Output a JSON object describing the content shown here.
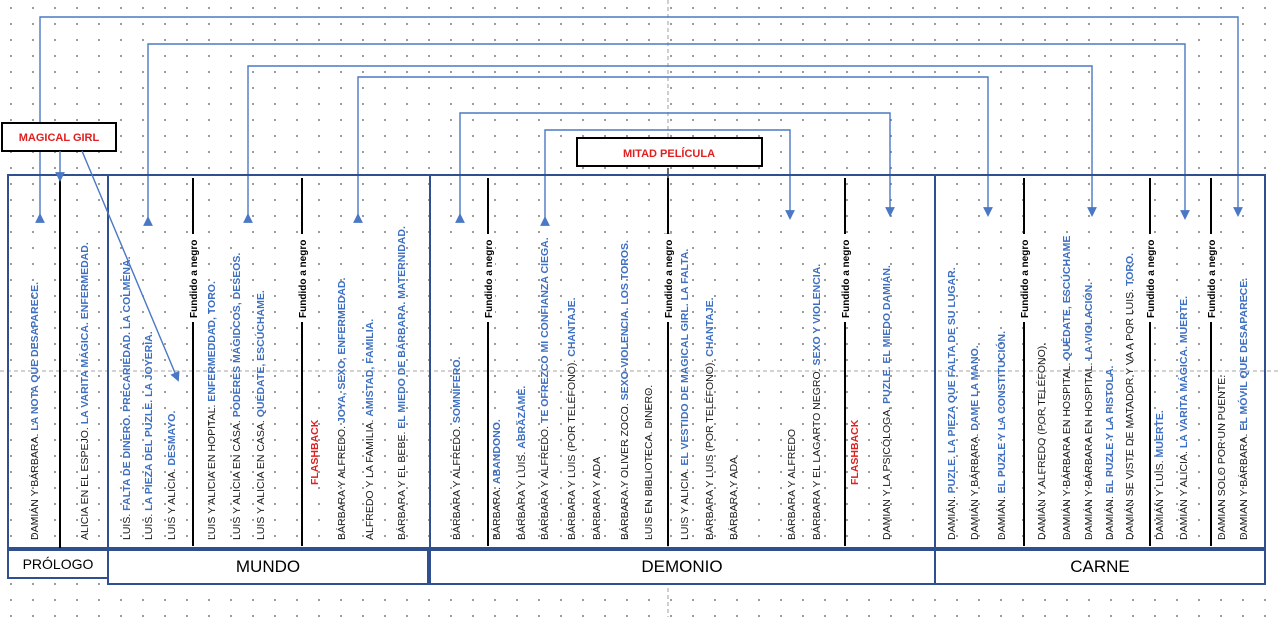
{
  "colors": {
    "box": "#2f4f8f",
    "arrow": "#4a78c4",
    "text": "#1a1a1a",
    "highlight": "#3d6fc2",
    "red": "#e02020"
  },
  "labels": {
    "magical_girl": "MAGICAL GIRL",
    "mitad": "MITAD PELÍCULA",
    "prologo": "PRÓLOGO",
    "mundo": "MUNDO",
    "demonio": "DEMONIO",
    "carne": "CARNE"
  },
  "columns": [
    {
      "plain": "DAMIÁN Y BÁRBARA. ",
      "hl": "LA NOTA QUE DESAPARECE."
    },
    {
      "plain": "ALICIA EN EL ESPEJO. ",
      "hl": "LA VARITA MÁGICA. ENFERMEDAD."
    },
    {
      "plain": "LUIS. ",
      "hl": "FALTA DE DINERO. PRECARIEDAD. LA COLMENA."
    },
    {
      "plain": "LUIS. ",
      "hl": "LA PIEZA DEL PUZLE. LA JOYERÍA."
    },
    {
      "plain": "LUIS Y ALICIA. ",
      "hl": "DESMAYO."
    },
    {
      "plain": "LUIS Y ALICIA EN HOPITAL. ",
      "hl": "ENFERMEDDAD, TORO."
    },
    {
      "plain": "LUIS Y ALICIA EN CASA. ",
      "hl": "PODERES MÁGIDCOS, DESEOS."
    },
    {
      "plain": "LUIS Y ALICIA EN CASA. ",
      "hl": "QUÉDATE, ESCÚCHAME."
    },
    {
      "flash": "FLASHBACK"
    },
    {
      "plain": "BÁRBARA Y ALFREDO. ",
      "hl": "JOYA, SEXO, ENFERMEDAD."
    },
    {
      "plain": "ALFREDO Y LA FAMILIA. ",
      "hl": "AMISTAD, FAMILIA."
    },
    {
      "plain": "BÁRBARA Y EL BEBE. ",
      "hl": "EL MIEDO DE BÁRBARA. MATERNIDAD."
    },
    {
      "plain": "BÁRBARA Y ALFREDO. ",
      "hl": "SOMNÍFERO."
    },
    {
      "plain": "BÁRBARA. ",
      "hl": "ABANDONO."
    },
    {
      "plain": "BÁRBARA Y LUIS. ",
      "hl": "ABRÁZAME."
    },
    {
      "plain": "BÁRBARA Y ALFREDO. ",
      "hl": "TE OFREZCO MI CONFIANZA CIEGA."
    },
    {
      "plain": "BÁRBARA Y LUIS (POR TELÉFONO). ",
      "hl": "CHANTAJE."
    },
    {
      "plain": "BÁRBARA Y ADA",
      "hl": ""
    },
    {
      "plain": "BÁRBARA Y OLIVER ZOCO. ",
      "hl": "SEXO-VIOLENCIA. LOS TOROS."
    },
    {
      "plain": "LUIS EN BIBLIOTECA. DINERO.",
      "hl": ""
    },
    {
      "plain": "LUIS Y ALICIA. ",
      "hl": "EL VESTIDO DE MAGICAL GIRL. LA FALTA."
    },
    {
      "plain": "BÁRBARA Y LUIS (POR TELÉFONO). ",
      "hl": "CHANTAJE."
    },
    {
      "plain": "BÁRBARA Y ADA",
      "hl": ""
    },
    {
      "plain": "BÁRBARA Y ALFREDO",
      "hl": ""
    },
    {
      "plain": "BÁRBARA Y EL LAGARTO NEGRO. ",
      "hl": "SEXO Y VIOLENCIA."
    },
    {
      "flash": "FLASHBACK"
    },
    {
      "plain": "DAMIAN Y LA PSICÓLOGA. ",
      "hl": "PUZLE. EL MIEDO DAMIÁN."
    },
    {
      "plain": "DAMIÁN. ",
      "hl": "PUZLE. LA PIEZA QUE FALTA DE SU LUGAR."
    },
    {
      "plain": "DAMIÁN Y BÁRBARA. ",
      "hl": "DAME LA MANO."
    },
    {
      "plain": "DAMIÁN. ",
      "hl": "EL PUZLE Y LA CONSTITUCIÓN."
    },
    {
      "plain": "DAMIÁN Y ALFREDO (POR TELÉFONO).",
      "hl": ""
    },
    {
      "plain": "DAMIÁN Y BÁRBARA EN HOSPITAL. ",
      "hl": "QUÉDATE, ESCÚCHAME"
    },
    {
      "plain": "DAMIÁN Y BÁRBARA EN HOSPITAL. ",
      "hl": "LA VIOLACIÓN."
    },
    {
      "plain": "DAMIÁN. ",
      "hl": "EL PUZLE Y LA PISTOLA."
    },
    {
      "plain": "DAMIÁN SE VISTE DE MATADOR Y VA A POR LUIS. ",
      "hl": "TORO."
    },
    {
      "plain": "DAMIÁN Y LUIS. ",
      "hl": "MUERTE."
    },
    {
      "plain": "DAMIÁN Y ALICIA. ",
      "hl": "LA VARITA MÁGICA. MUERTE."
    },
    {
      "plain": "DAMIAN SOLO POR UN PUENTE.",
      "hl": ""
    },
    {
      "plain": "DAMIAN Y BÁRBARA. ",
      "hl": "EL MÓVIL QUE DESAPARECE."
    }
  ],
  "fundido": [
    {
      "text": "Fundido a negro"
    },
    {
      "text": "Fundido a negro"
    },
    {
      "text": "Fundido a negro"
    },
    {
      "text": "Fundido a negro"
    },
    {
      "text": "Fundido a negro"
    },
    {
      "text": "Fundido a negro"
    },
    {
      "text": "Fundido a negro"
    },
    {
      "text": "Fundido a negro"
    }
  ]
}
